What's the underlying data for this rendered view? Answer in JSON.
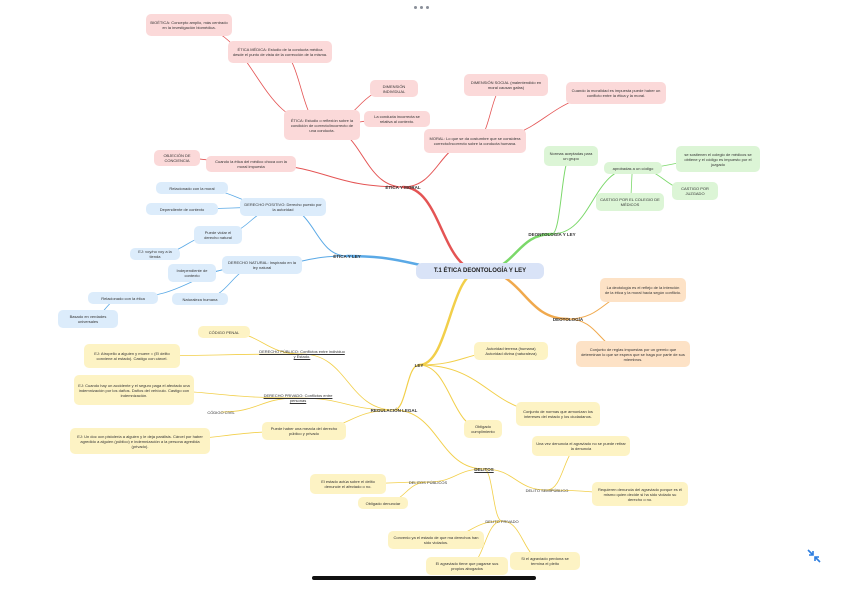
{
  "colors": {
    "red": "#e45454",
    "blue": "#5aa9e6",
    "green": "#7bd86a",
    "orange": "#f0a94d",
    "yellow": "#f2cf4a",
    "center": "#d9e3f7"
  },
  "icons": {
    "top_dots": "more-dots-icon",
    "bottom_right": "collapse-arrows-icon"
  },
  "mindmap": {
    "center": "T.1 ÉTICA DEONTOLOGÍA Y LEY",
    "etica_moral": {
      "label": "ÉTICA Y MORAL",
      "bioetica": "BIOÉTICA: Concepto amplio, más centrado en la investigación biomédica.",
      "etica_medica": "ÉTICA MÉDICA: Estudio de la conducta médica desde el punto de vista de la corrección de la misma.",
      "etica": "ÉTICA: Estudio o reflexión sobre la condición de correcto/incorrecto de una conducta.",
      "dim_individual": "DIMENSIÓN INDIVIDUAL",
      "conducta_incorrecta": "La conducta incorrecta se relativa al contexto.",
      "dim_social": "DIMENSIÓN SOCIAL (malentendido en moral causan gafas)",
      "conflicto": "Cuando la moralidad es impuesta puede haber un conflicto entre la ética y la moral.",
      "moral": "MORAL: Lo que se da costumbre que se considera correcto/incorrecto sobre la conducta humana.",
      "objecion": "OBJECIÓN DE CONCIENCIA",
      "etica_choca": "Cuando la ética del médico choca con la moral impuesta"
    },
    "etica_ley": {
      "label": "ÉTICA Y LEY",
      "derecho_positivo": "DERECHO POSITIVO: Derecho puesto por la autoridad",
      "rel_moral": "Relacionado con la moral",
      "dep_contexto": "Dependiente de contexto",
      "puede_violar": "Puede violar el derecho natural",
      "ej_voy": "EJ: voy/no voy a la tienda",
      "derecho_natural": "DERECHO NATURAL: Inspirado en la ley natural",
      "independiente": "Independiente de contexto",
      "rel_etica": "Relacionado con la ética",
      "naturaleza": "Naturaleza humana",
      "basado": "Basado en verdades universales"
    },
    "deontologia_ley": {
      "label": "DEONTOLOGÍA Y LEY",
      "normas": "Normas aceptadas para un grupo",
      "aprobadas": "aprobadas a un código",
      "se_sostienen": "se sostienen el colegio de médicos se obtiene y el código es impuesto por el juzgado",
      "castigo_colegio": "CASTIGO POR EL COLEGIO DE MÉDICOS",
      "castigo_juzgado": "CASTIGO POR JUZGADO"
    },
    "deotologia": {
      "label": "DEOTOLOGÍA",
      "def1": "La deotología es el reflejo de la intención de la ética y la moral hacia según conflicto.",
      "def2": "Conjunto de reglas impuestas por un gremio que determinan lo que se espera que se haga por parte de sus miembros."
    },
    "ley": {
      "label": "LEY",
      "autoridad": "Autoridad terrena (humana) Autoridad divina (naturaleza)",
      "conjunto": "Conjunto de normas que armonizan los intereses del estado y los ciudadanos.",
      "obligado": "Obligado cumplimiento"
    },
    "regulacion_legal": {
      "label": "REGULACIÓN LEGAL",
      "cod_penal": "CÓDIGO PENAL",
      "derecho_publico": "DERECHO PÚBLICO: Conflictos entre individuo y Estado.",
      "ej_atropello": "EJ: Atropello a alguien y muere = (El delito conviene al estado). Castigo con cárcel.",
      "derecho_privado": "DERECHO PRIVADO: Conflictos entre personas",
      "ej_accidente": "EJ: Cuando hay un accidente y el seguro paga el afectado una indemnización por los daños. Daños del vehículo. Castigo con indemnización.",
      "cod_civil": "CÓDIGO CIVIL",
      "puede_haber": "Puede haber una mezcla del derecho público y privado",
      "ej_doctor": "EJ: Un doc ocn pistolería a alguien y le deja parálisis. Cárcel por haber agredido a alguien (público) e indemnización a la persona agredida (privado)."
    },
    "delitos": {
      "label": "DELITOS",
      "una_vez": "Una vez denuncia el agraviado no se puede retirar la denuncia",
      "semipublico": "DELITO SEMIPÚBLICO",
      "requieren": "Requieren denuncia del agraviado porque es él mismo quien decide si ha sido violado su derecho o no.",
      "publicos": "DELITOS PÚBLICOS",
      "estado_actua": "El estado actúa sobre el delito denuncie el afectado o no.",
      "obligado_denunciar": "Obligado denunciar",
      "privado": "DELITO PRIVADO",
      "convenio": "Convenio ya el estado de que ma derechos han sido violados.",
      "agraviado_tiene": "El agraviado tiene que pagarse sus propios abogados",
      "agraviado_perdona": "Si el agraviado perdona se termina el pleito"
    }
  }
}
